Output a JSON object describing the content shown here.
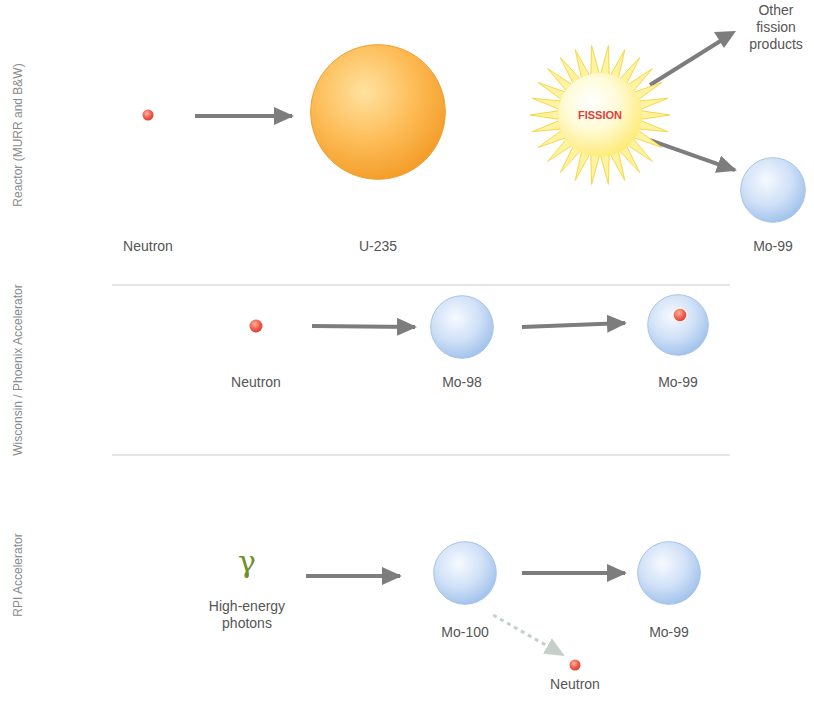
{
  "diagram": {
    "nodes": [
      {
        "text": [
          "Neutron"
        ]
      },
      {
        "text": [
          "U-235"
        ]
      },
      {
        "text": [
          "FISSION"
        ]
      },
      {
        "text": [
          "Mo-99"
        ]
      },
      {
        "text": [
          "Neutron"
        ]
      },
      {
        "text": [
          "Mo-98"
        ]
      },
      {
        "text": [
          "Mo-99"
        ]
      },
      {
        "text": [
          "γ",
          "High-energy photons"
        ]
      },
      {
        "text": [
          "Mo-100"
        ]
      },
      {
        "text": [
          "Mo-99"
        ]
      },
      {
        "text": [
          "Neutron"
        ]
      }
    ],
    "edges": [
      {
        "from": 0,
        "to": 1,
        "arrow": "to"
      },
      {
        "from": 2,
        "to": 3,
        "arrow": "to"
      },
      {
        "from": 4,
        "to": 5,
        "arrow": "to"
      },
      {
        "from": 5,
        "to": 6,
        "arrow": "to"
      },
      {
        "from": 7,
        "to": 8,
        "arrow": "to"
      },
      {
        "from": 8,
        "to": 9,
        "arrow": "to"
      },
      {
        "from": 8,
        "to": 10,
        "arrow": "to"
      }
    ],
    "labels": [
      "Reactor (MURR and B&W)",
      "Other fission products",
      "Wisconsin / Phoenix Accelerator",
      "RPI Accelerator"
    ]
  }
}
